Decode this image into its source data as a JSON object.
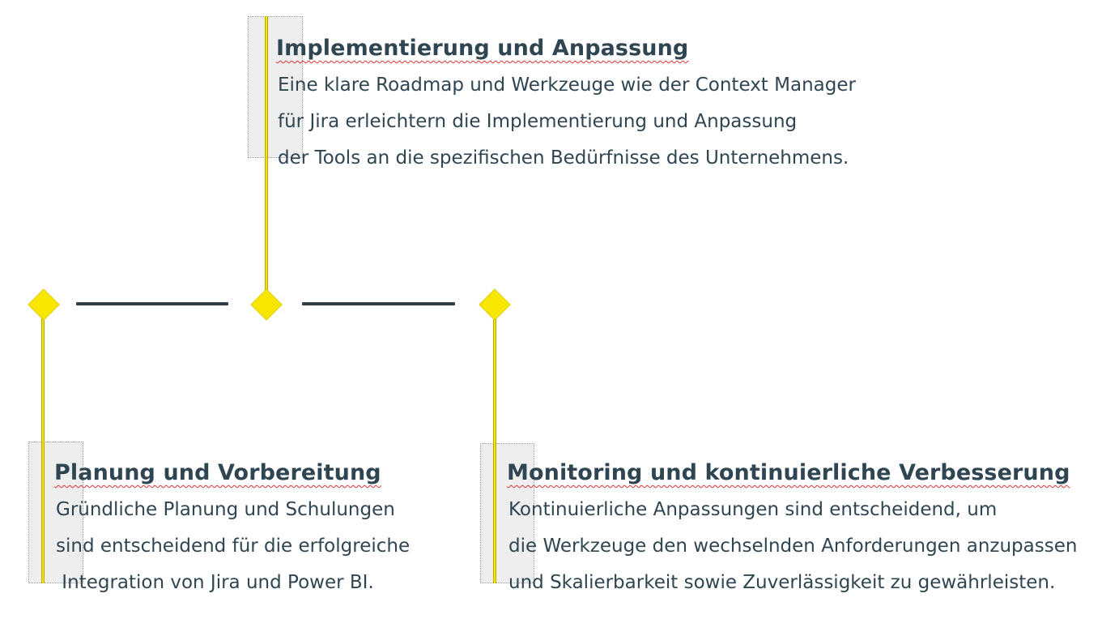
{
  "colors": {
    "accent": "#f2e600",
    "text": "#2f4652",
    "connector": "#2f3e46"
  },
  "milestones": [
    {
      "id": "top",
      "title": "Implementierung und Anpassung",
      "lines": [
        "Eine klare Roadmap und Werkzeuge wie der Context Manager",
        "für Jira erleichtern die Implementierung und Anpassung",
        "der Tools an die spezifischen Bedürfnisse des Unternehmens."
      ]
    },
    {
      "id": "bottom-left",
      "title": "Planung und Vorbereitung",
      "lines": [
        "Gründliche Planung und Schulungen",
        "sind entscheidend für die erfolgreiche",
        " Integration von Jira und Power BI."
      ]
    },
    {
      "id": "bottom-right",
      "title": "Monitoring und kontinuierliche Verbesserung",
      "lines": [
        "Kontinuierliche Anpassungen sind entscheidend, um",
        "die Werkzeuge den wechselnden Anforderungen anzupassen",
        "und Skalierbarkeit sowie Zuverlässigkeit zu gewährleisten."
      ]
    }
  ]
}
